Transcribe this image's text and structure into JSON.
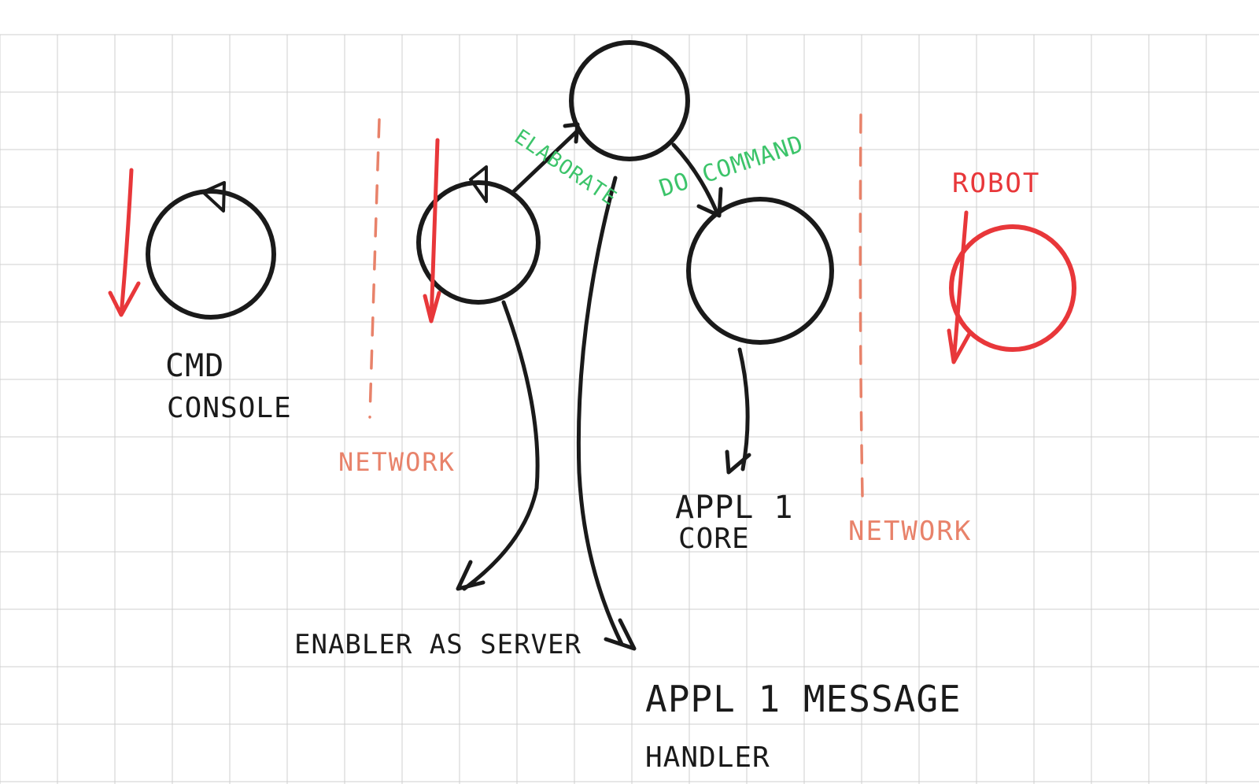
{
  "colors": {
    "ink": "#1a1a1a",
    "red": "#e8373a",
    "salmon": "#e8826a",
    "green": "#3cc46a",
    "grid": "#cfcfcf"
  },
  "labels": {
    "cmd": "CMD",
    "console": "CONSOLE",
    "network_left": "NETWORK",
    "network_right": "NETWORK",
    "robot": "ROBOT",
    "enabler": "ENABLER AS SERVER",
    "appl_core_1": "APPL 1",
    "appl_core_2": "CORE",
    "appl_msg_1": "APPL 1 MESSAGE",
    "appl_msg_2": "HANDLER",
    "elaborate": "ELABORATE",
    "do_command": "DO COMMAND"
  },
  "nodes": [
    {
      "id": "cmd-console",
      "color": "ink"
    },
    {
      "id": "enabler",
      "color": "ink"
    },
    {
      "id": "message-handler",
      "color": "ink"
    },
    {
      "id": "appl-core",
      "color": "ink"
    },
    {
      "id": "robot",
      "color": "red"
    }
  ]
}
